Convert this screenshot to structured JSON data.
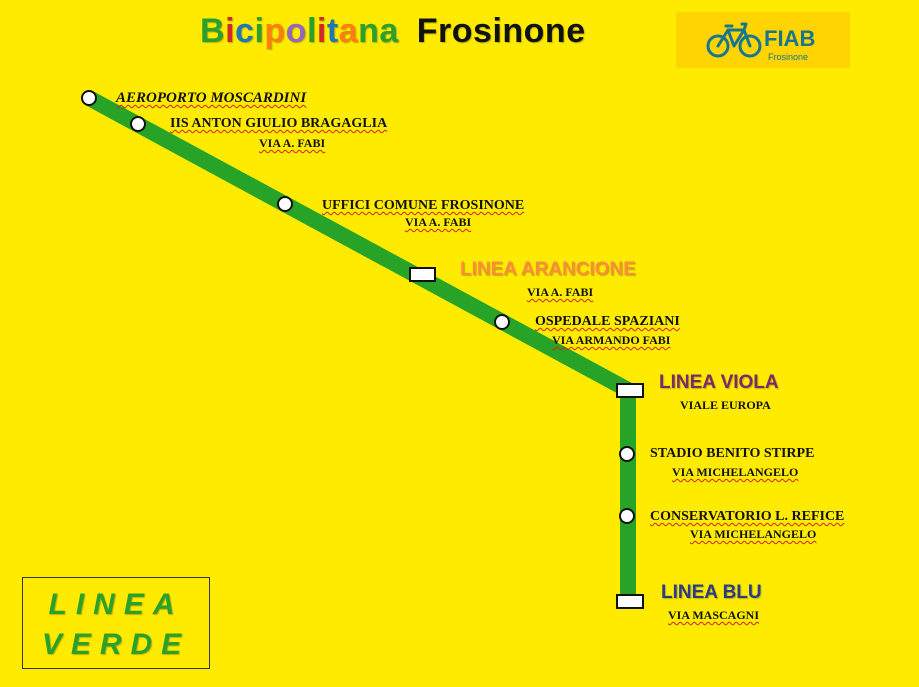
{
  "title": {
    "brand": "Bicipolitana",
    "brand_colors": [
      "#2ca02c",
      "#d62728",
      "#1f77b4",
      "#2ca02c",
      "#ff7f0e",
      "#9467bd",
      "#2ca02c",
      "#d62728",
      "#1f77b4",
      "#ff7f0e",
      "#2ca02c",
      "#2ca02c"
    ],
    "city": "Frosinone"
  },
  "logo": {
    "icon": "bicycle-icon",
    "name": "FIAB",
    "subtitle": "Frosinone",
    "color": "#17758e",
    "background": "#ffd400"
  },
  "colors": {
    "background": "#ffeb00",
    "route": "#27a427",
    "arancione": "#ff8c3a",
    "viola": "#7a2a6a",
    "blu": "#2b3b8c",
    "verde": "#2aa12a"
  },
  "stops": [
    {
      "id": "aeroporto",
      "name": "AEROPORTO MOSCARDINI",
      "street": ""
    },
    {
      "id": "iis",
      "name": "IIS ANTON GIULIO BRAGAGLIA",
      "street": "VIA A. FABI"
    },
    {
      "id": "uffici",
      "name": "UFFICI COMUNE FROSINONE",
      "street": "VIA A. FABI"
    },
    {
      "id": "arancione",
      "name": "LINEA ARANCIONE",
      "street": "VIA A. FABI",
      "interchange": true
    },
    {
      "id": "ospedale",
      "name": "OSPEDALE SPAZIANI",
      "street": "VIA ARMANDO FABI"
    },
    {
      "id": "viola",
      "name": "LINEA VIOLA",
      "street": "VIALE EUROPA",
      "interchange": true
    },
    {
      "id": "stadio",
      "name": "STADIO BENITO STIRPE",
      "street": "VIA MICHELANGELO"
    },
    {
      "id": "conservatorio",
      "name": "CONSERVATORIO L. REFICE",
      "street": "VIA MICHELANGELO"
    },
    {
      "id": "blu",
      "name": "LINEA BLU",
      "street": "VIA MASCAGNI",
      "interchange": true
    }
  ],
  "legend": {
    "line1": "LINEA",
    "line2": "VERDE"
  }
}
